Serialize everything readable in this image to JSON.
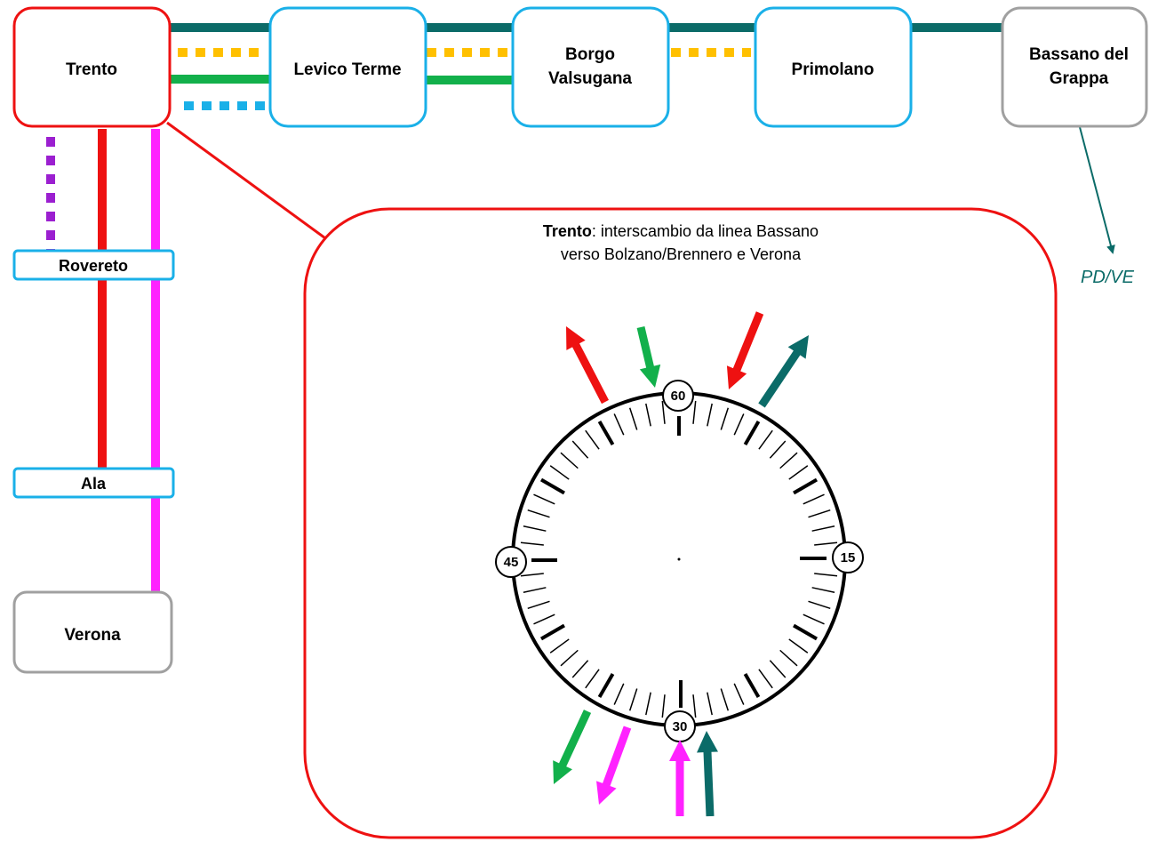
{
  "colors": {
    "trento_frame": "#ee1111",
    "station_blue": "#1ab0e8",
    "terminus_gray": "#a0a0a0",
    "line_teal": "#0b6b68",
    "line_yellow": "#ffc000",
    "line_green": "#12b04b",
    "line_cyan": "#1ab0e8",
    "line_purple": "#9b1fd0",
    "line_red": "#ee1111",
    "line_magenta": "#ff22ff"
  },
  "stations": {
    "trento": "Trento",
    "levico": "Levico Terme",
    "borgo_1": "Borgo",
    "borgo_2": "Valsugana",
    "primolano": "Primolano",
    "bassano_1": "Bassano del",
    "bassano_2": "Grappa",
    "rovereto": "Rovereto",
    "ala": "Ala",
    "verona": "Verona"
  },
  "external_label": "PD/VE",
  "inset": {
    "title_bold": "Trento",
    "title_rest": ": interscambio da linea  Bassano",
    "title_line2": "verso Bolzano/Brennero  e Verona"
  },
  "clock": {
    "labels": {
      "top": "60",
      "right": "15",
      "bottom": "30",
      "left": "45"
    },
    "arrows": [
      {
        "color": "line_red",
        "direction": "outbound",
        "minute": 57
      },
      {
        "color": "line_green",
        "direction": "inbound",
        "minute": 59
      },
      {
        "color": "line_red",
        "direction": "inbound",
        "minute": 3
      },
      {
        "color": "line_teal",
        "direction": "outbound",
        "minute": 5
      },
      {
        "color": "line_green",
        "direction": "outbound",
        "minute": 34
      },
      {
        "color": "line_magenta",
        "direction": "outbound",
        "minute": 32
      },
      {
        "color": "line_magenta",
        "direction": "inbound",
        "minute": 30
      },
      {
        "color": "line_teal",
        "direction": "inbound",
        "minute": 29
      }
    ]
  }
}
